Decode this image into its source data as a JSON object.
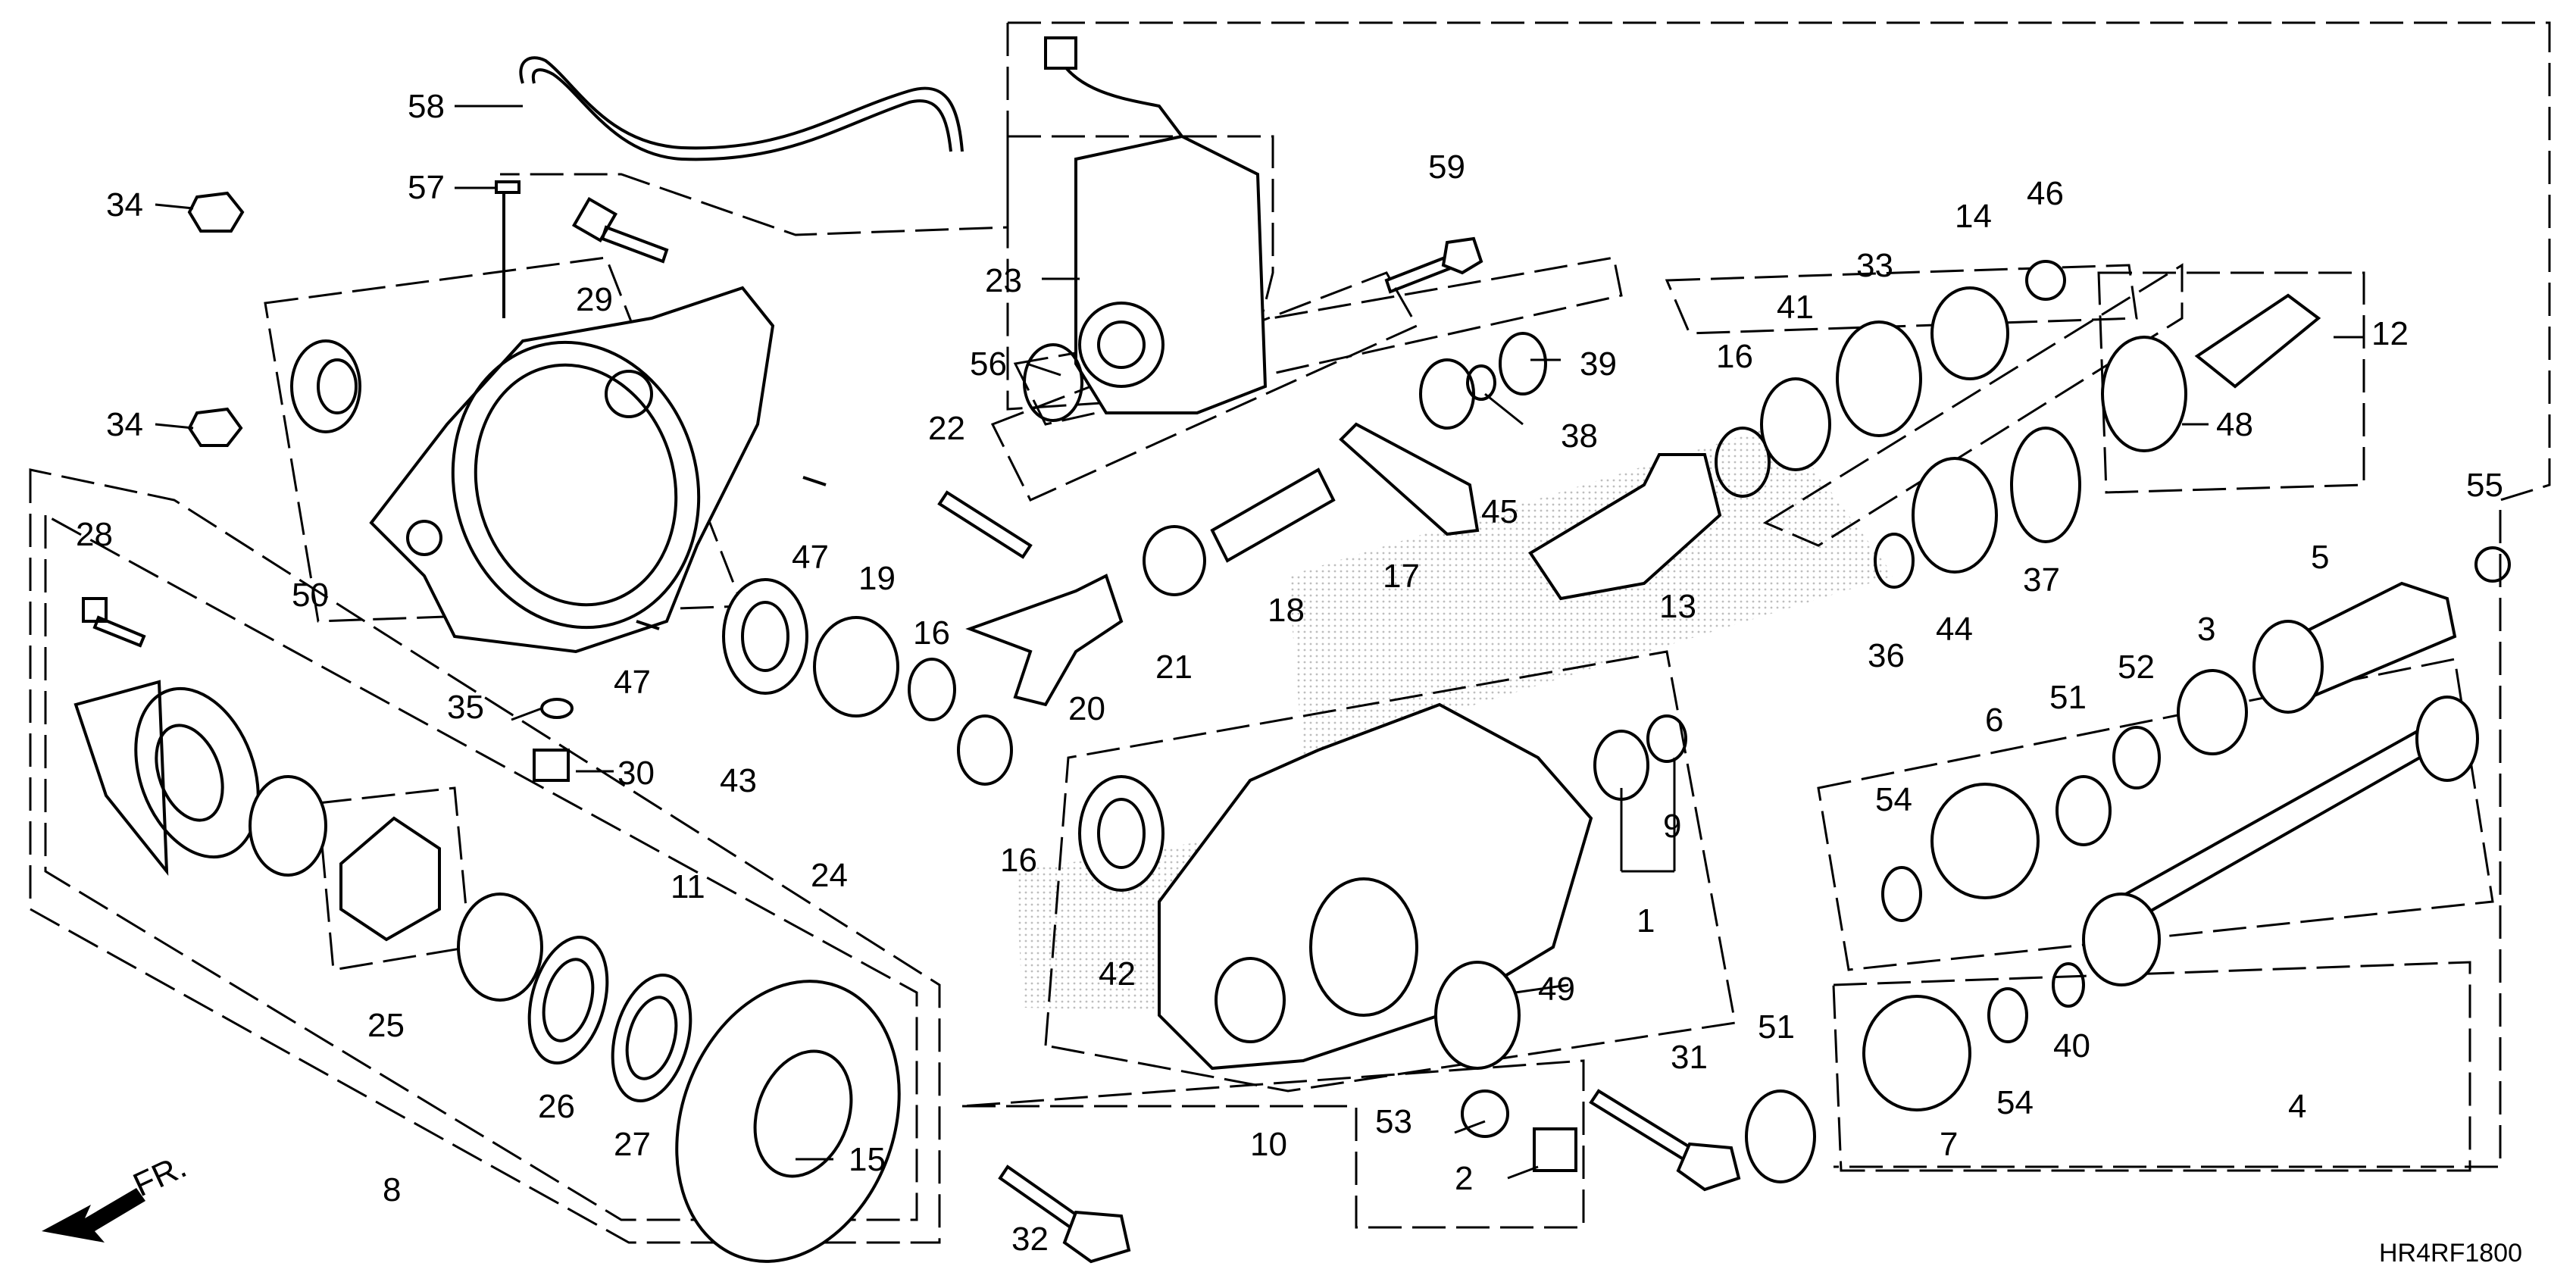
{
  "diagram_code": "HR4RF1800",
  "direction_label": "FR.",
  "parts": [
    {
      "ref": "1"
    },
    {
      "ref": "2"
    },
    {
      "ref": "3"
    },
    {
      "ref": "4"
    },
    {
      "ref": "5"
    },
    {
      "ref": "6"
    },
    {
      "ref": "7"
    },
    {
      "ref": "8"
    },
    {
      "ref": "9"
    },
    {
      "ref": "10"
    },
    {
      "ref": "11"
    },
    {
      "ref": "12"
    },
    {
      "ref": "13"
    },
    {
      "ref": "14"
    },
    {
      "ref": "15"
    },
    {
      "ref": "16"
    },
    {
      "ref": "17"
    },
    {
      "ref": "18"
    },
    {
      "ref": "19"
    },
    {
      "ref": "20"
    },
    {
      "ref": "21"
    },
    {
      "ref": "22"
    },
    {
      "ref": "23"
    },
    {
      "ref": "24"
    },
    {
      "ref": "25"
    },
    {
      "ref": "26"
    },
    {
      "ref": "27"
    },
    {
      "ref": "28"
    },
    {
      "ref": "29"
    },
    {
      "ref": "30"
    },
    {
      "ref": "31"
    },
    {
      "ref": "32"
    },
    {
      "ref": "33"
    },
    {
      "ref": "34"
    },
    {
      "ref": "35"
    },
    {
      "ref": "36"
    },
    {
      "ref": "37"
    },
    {
      "ref": "38"
    },
    {
      "ref": "39"
    },
    {
      "ref": "40"
    },
    {
      "ref": "41"
    },
    {
      "ref": "42"
    },
    {
      "ref": "43"
    },
    {
      "ref": "44"
    },
    {
      "ref": "45"
    },
    {
      "ref": "46"
    },
    {
      "ref": "47"
    },
    {
      "ref": "48"
    },
    {
      "ref": "49"
    },
    {
      "ref": "50"
    },
    {
      "ref": "51"
    },
    {
      "ref": "52"
    },
    {
      "ref": "53"
    },
    {
      "ref": "54"
    },
    {
      "ref": "55"
    },
    {
      "ref": "56"
    },
    {
      "ref": "57"
    },
    {
      "ref": "58"
    },
    {
      "ref": "59"
    }
  ]
}
